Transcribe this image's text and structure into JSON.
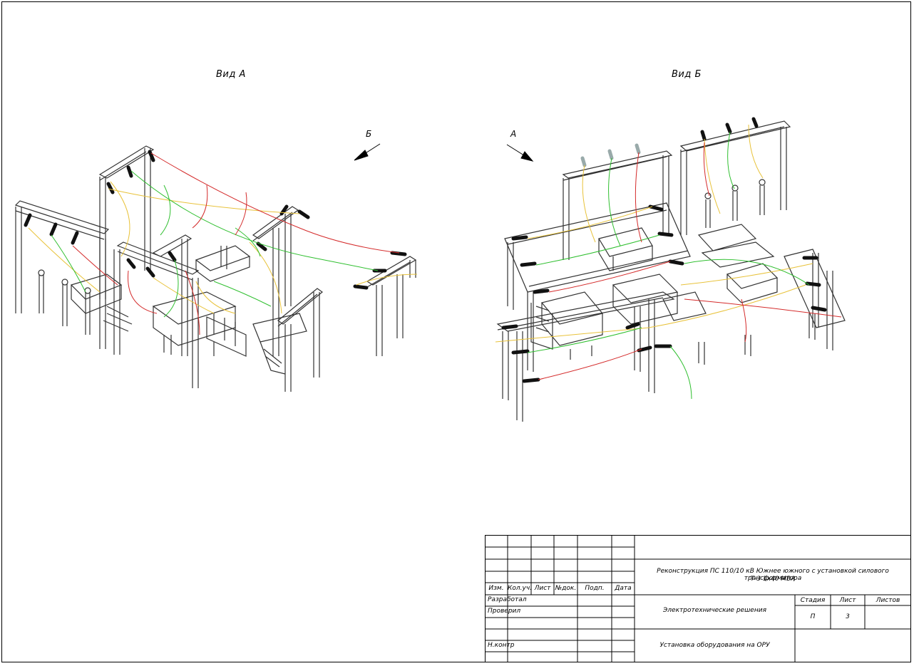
{
  "views": {
    "left_title": "Вид А",
    "right_title": "Вид Б",
    "left_arrow_label": "Б",
    "right_arrow_label": "А"
  },
  "wire_colors": {
    "phase_a": "#e8c23a",
    "phase_b": "#2fbf2f",
    "phase_c": "#d42a2a"
  },
  "title_block": {
    "headers": {
      "izm": "Изм.",
      "kol_uch": "Кол.уч.",
      "list": "Лист",
      "ndok": "№док.",
      "podp": "Подп.",
      "data": "Дата"
    },
    "roles": {
      "razrabotal": "Разработал",
      "proveril": "Проверил",
      "n_kontr": "Н.контр"
    },
    "project_title_line1": "Реконструкция ПС 110/10 кВ Южнее южного с установкой силового трансформатора",
    "project_title_line2": "Т-3 1х40 МВА",
    "section": "Электротехнические решения",
    "sheet_title": "Установка оборудования на ОРУ",
    "stage_header": "Стадия",
    "sheet_header": "Лист",
    "sheets_header": "Листов",
    "stage": "П",
    "sheet": "3",
    "sheets": ""
  }
}
